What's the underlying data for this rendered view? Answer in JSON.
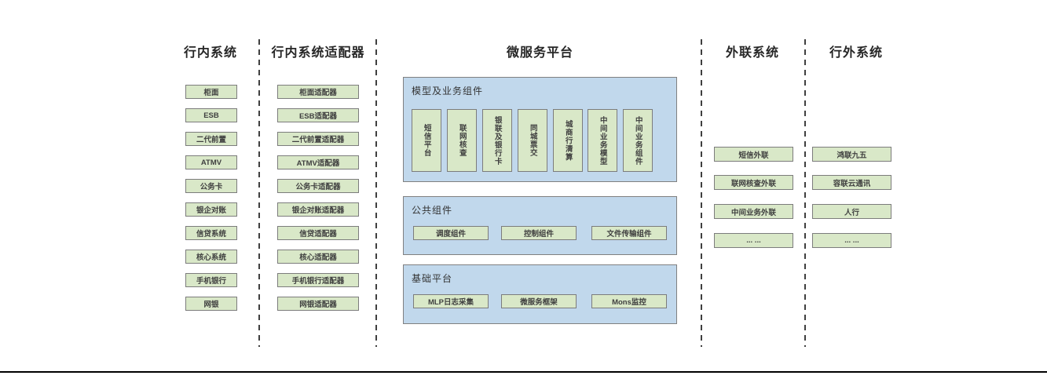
{
  "diagram": {
    "title_hint": "bank microservice platform architecture",
    "colors": {
      "box_fill": "#d9e8c8",
      "box_border": "#7c7c7c",
      "panel_fill": "#c1d8ec",
      "panel_border": "#808080",
      "divider": "#3f3f3f",
      "bottom_line": "#000000",
      "text": "#3f3f3f"
    },
    "columns": [
      {
        "title": "行内系统",
        "items": [
          "柜面",
          "ESB",
          "二代前置",
          "ATMV",
          "公务卡",
          "银企对账",
          "信贷系统",
          "核心系统",
          "手机银行",
          "网银"
        ]
      },
      {
        "title": "行内系统适配器",
        "items": [
          "柜面适配器",
          "ESB适配器",
          "二代前置适配器",
          "ATMV适配器",
          "公务卡适配器",
          "银企对账适配器",
          "信贷适配器",
          "核心适配器",
          "手机银行适配器",
          "网银适配器"
        ]
      },
      {
        "title": "微服务平台",
        "panels": [
          {
            "label": "模型及业务组件",
            "items": [
              "短信平台",
              "联网核查",
              "银联及银行卡",
              "同城票交",
              "城商行清算",
              "中间业务模型",
              "中间业务组件"
            ]
          },
          {
            "label": "公共组件",
            "items": [
              "调度组件",
              "控制组件",
              "文件传输组件"
            ]
          },
          {
            "label": "基础平台",
            "items": [
              "MLP日志采集",
              "微服务框架",
              "Mons监控"
            ]
          }
        ]
      },
      {
        "title": "外联系统",
        "items": [
          "短信外联",
          "联网核查外联",
          "中间业务外联",
          "... ..."
        ]
      },
      {
        "title": "行外系统",
        "items": [
          "鸿联九五",
          "容联云通讯",
          "人行",
          "... ..."
        ]
      }
    ]
  }
}
